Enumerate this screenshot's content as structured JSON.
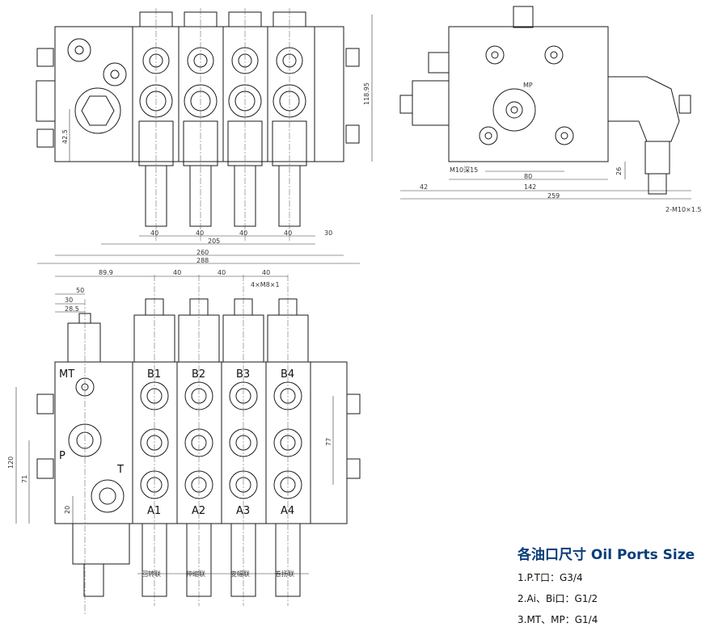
{
  "legend": {
    "title": "各油口尺寸 Oil Ports Size",
    "items": [
      "1.P.T口：G3/4",
      "2.Ai、Bi口：G1/2",
      "3.MT、MP：G1/4"
    ]
  },
  "top_view": {
    "dims": {
      "d118": "118.95",
      "d425": "42.5",
      "d40a": "40",
      "d40b": "40",
      "d40c": "40",
      "d40d": "40",
      "d30": "30",
      "d205": "205",
      "d260": "260",
      "d288": "288"
    }
  },
  "side_view": {
    "mp": "MP",
    "dims": {
      "m10": "M10深15",
      "d80": "80",
      "d26": "26",
      "d42": "42",
      "d142": "142",
      "d259": "259",
      "m10x": "2-M10×1.5"
    }
  },
  "front_view": {
    "dims": {
      "d899": "89.9",
      "d40a": "40",
      "d40b": "40",
      "d40c": "40",
      "m8": "4×M8×1",
      "d50": "50",
      "d30": "30",
      "d285": "28.5",
      "d120": "120",
      "d71": "71",
      "d20": "20",
      "d77": "77"
    },
    "ports": {
      "mt": "MT",
      "p": "P",
      "t": "T"
    },
    "b_ports": [
      "B1",
      "B2",
      "B3",
      "B4"
    ],
    "a_ports": [
      "A1",
      "A2",
      "A3",
      "A4"
    ],
    "section_names": [
      "回转联",
      "伸缩联",
      "变幅联",
      "卷扬联"
    ]
  }
}
